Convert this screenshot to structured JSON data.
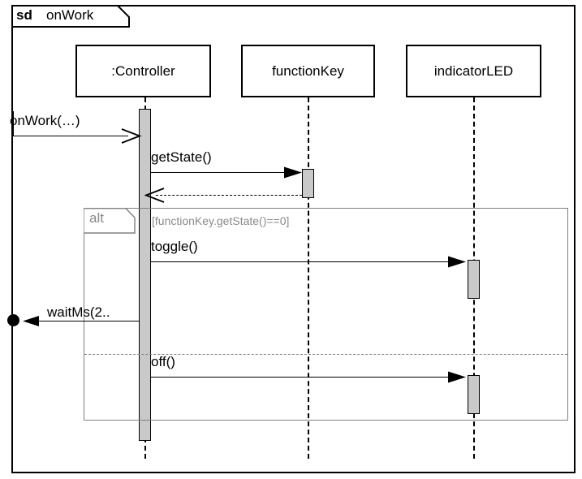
{
  "diagram": {
    "kind_label": "sd",
    "name": "onWork",
    "type": "uml-sequence-diagram"
  },
  "lifelines": [
    {
      "id": "controller",
      "label": ":Controller"
    },
    {
      "id": "functionkey",
      "label": "functionKey"
    },
    {
      "id": "indicatorled",
      "label": "indicatorLED"
    }
  ],
  "messages": [
    {
      "id": "onwork",
      "label": "onWork(…)",
      "kind": "found-async",
      "from": "boundary",
      "to": "controller"
    },
    {
      "id": "getstate",
      "label": "getState()",
      "kind": "sync-call",
      "from": "controller",
      "to": "functionkey"
    },
    {
      "id": "return",
      "label": "",
      "kind": "reply",
      "from": "functionkey",
      "to": "controller"
    },
    {
      "id": "toggle",
      "label": "toggle()",
      "kind": "sync-call",
      "from": "controller",
      "to": "indicatorled"
    },
    {
      "id": "waitms",
      "label": "waitMs(2..",
      "kind": "lost",
      "from": "controller",
      "to": "lost-endpoint"
    },
    {
      "id": "off",
      "label": "off()",
      "kind": "sync-call",
      "from": "controller",
      "to": "indicatorled"
    }
  ],
  "fragment": {
    "kind_label": "alt",
    "operands": [
      {
        "guard": "[functionKey.getState()==0]"
      },
      {
        "guard": ""
      }
    ]
  },
  "colors": {
    "stroke": "#000000",
    "activation_fill": "#c9c9c9",
    "fragment_stroke": "#808080",
    "fragment_text": "#8a8a8a",
    "background": "#ffffff"
  }
}
